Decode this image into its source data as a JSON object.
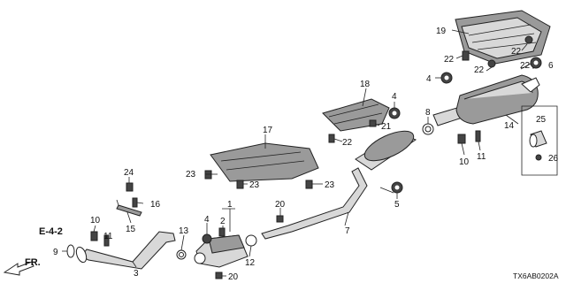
{
  "diagram": {
    "ref_label": "E-4-2",
    "front_label": "FR.",
    "diagram_code": "TX6AB0202A",
    "callouts": {
      "c1": "1",
      "c2": "2",
      "c3": "3",
      "c4a": "4",
      "c4b": "4",
      "c4c": "4",
      "c5": "5",
      "c6": "6",
      "c7": "7",
      "c8": "8",
      "c9": "9",
      "c10a": "10",
      "c10b": "10",
      "c11a": "11",
      "c11b": "11",
      "c12": "12",
      "c13": "13",
      "c14": "14",
      "c15": "15",
      "c16": "16",
      "c17": "17",
      "c18": "18",
      "c19": "19",
      "c20a": "20",
      "c20b": "20",
      "c21": "21",
      "c22a": "22",
      "c22b": "22",
      "c22c": "22",
      "c22d": "22",
      "c22e": "22",
      "c23a": "23",
      "c23b": "23",
      "c23c": "23",
      "c24": "24",
      "c25": "25",
      "c26": "26"
    }
  }
}
